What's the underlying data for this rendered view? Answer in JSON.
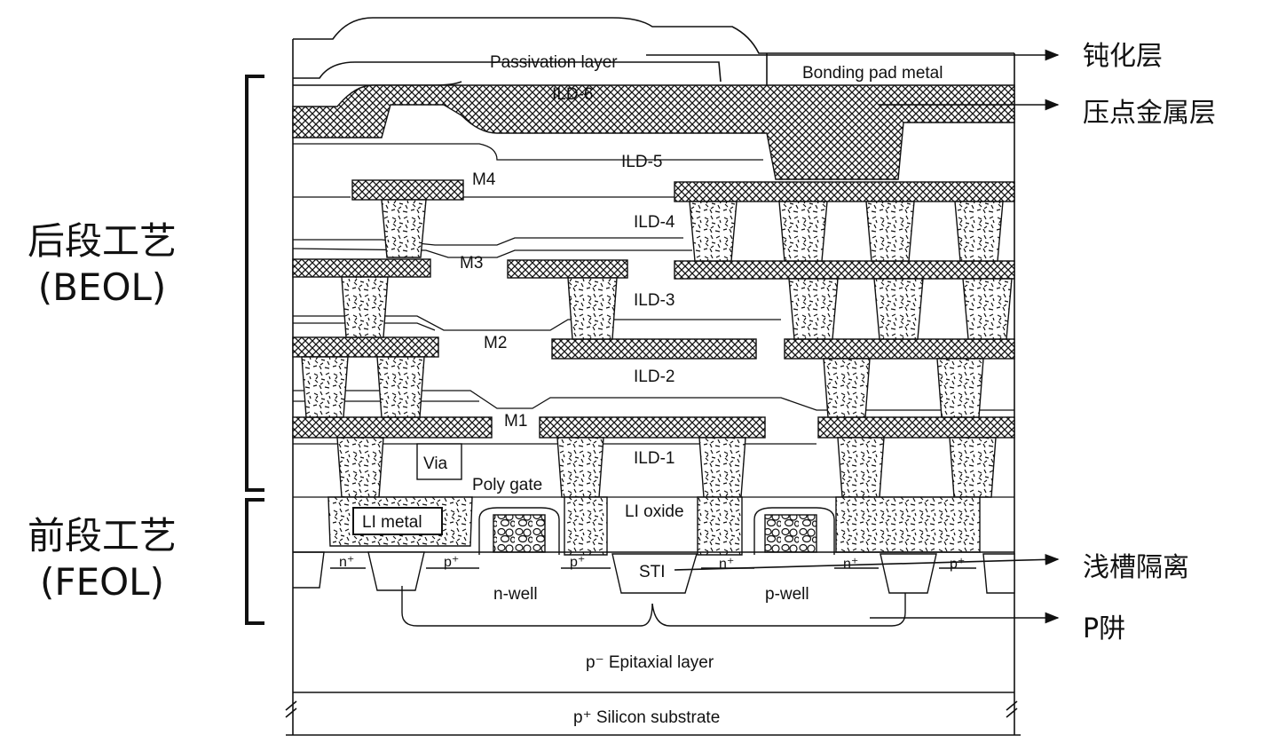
{
  "diagram": {
    "left_labels": {
      "beol_cn": "后段工艺",
      "beol_en": "(BEOL)",
      "feol_cn": "前段工艺",
      "feol_en": "(FEOL)"
    },
    "callouts": {
      "passivation_cn": "钝化层",
      "pad_cn": "压点金属层",
      "sti_cn": "浅槽隔离",
      "pwell_cn": "P阱"
    },
    "layers": {
      "passivation": "Passivation layer",
      "bonding_pad": "Bonding pad metal",
      "ild6": "ILD-6",
      "ild5": "ILD-5",
      "m4": "M4",
      "ild4": "ILD-4",
      "m3": "M3",
      "ild3": "ILD-3",
      "m2": "M2",
      "ild2": "ILD-2",
      "m1": "M1",
      "ild1": "ILD-1",
      "via": "Via",
      "poly_gate": "Poly gate",
      "li_metal": "LI metal",
      "li_oxide": "LI oxide",
      "sti": "STI",
      "nwell": "n-well",
      "pwell": "p-well",
      "epi": "p⁻ Epitaxial layer",
      "substrate": "p⁺ Silicon substrate"
    },
    "dopants": {
      "n_plus": "n⁺",
      "p_plus": "p⁺"
    }
  }
}
